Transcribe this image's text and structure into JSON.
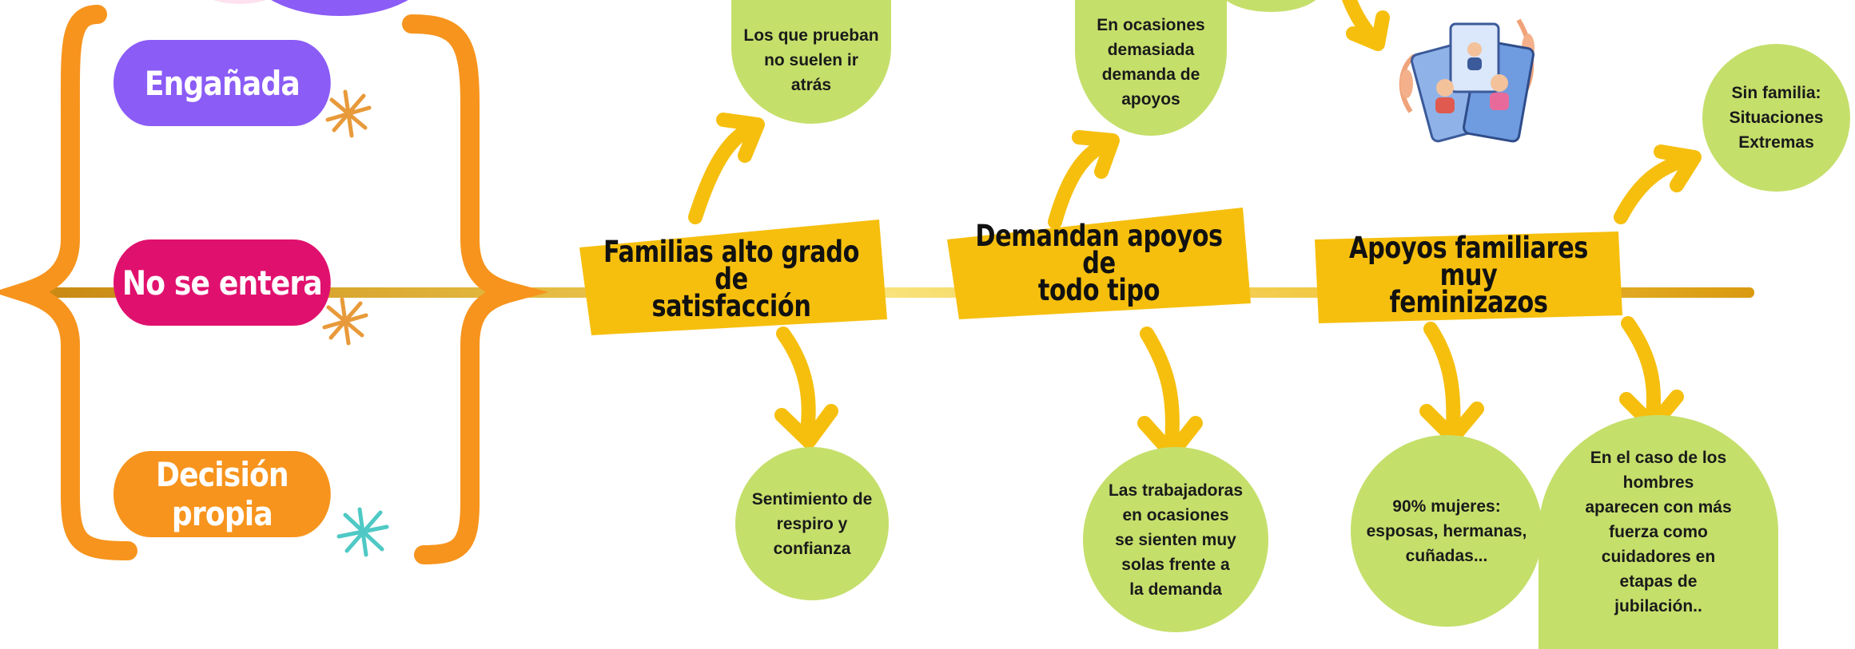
{
  "colors": {
    "purple": "#8b5cf6",
    "magenta": "#e0116e",
    "orange": "#f7941d",
    "yellow": "#f6bf0e",
    "lime": "#c5df6b",
    "teal": "#4fc9c5"
  },
  "icons": [
    "sparkle-icon",
    "arrow-icon",
    "people-screens-illustration"
  ],
  "pills": [
    {
      "label": "Engañada",
      "color": "#8b5cf6"
    },
    {
      "label": "No se entera",
      "color": "#e0116e"
    },
    {
      "label": "Decisión propia",
      "color": "#f7941d"
    }
  ],
  "banners": [
    {
      "label": "Familias alto grado de\nsatisfacción"
    },
    {
      "label": "Demandan apoyos de\ntodo tipo"
    },
    {
      "label": "Apoyos familiares muy\nfeminizazos"
    }
  ],
  "bubbles": [
    {
      "text": "Los que prueban\nno suelen ir\natrás"
    },
    {
      "text": "Sentimiento de\nrespiro y\nconfianza"
    },
    {
      "text": "En ocasiones\ndemasiada\ndemanda de\napoyos"
    },
    {
      "text": "Las trabajadoras\nen ocasiones\nse sienten muy\nsolas frente a\nla demanda"
    },
    {
      "text": "90% mujeres:\nesposas, hermanas,\ncuñadas..."
    },
    {
      "text": "En el caso de los\nhombres\naparecen con más\nfuerza como\ncuidadores en\netapas de\njubilación.."
    },
    {
      "text": "Sin familia:\nSituaciones\nExtremas"
    }
  ]
}
